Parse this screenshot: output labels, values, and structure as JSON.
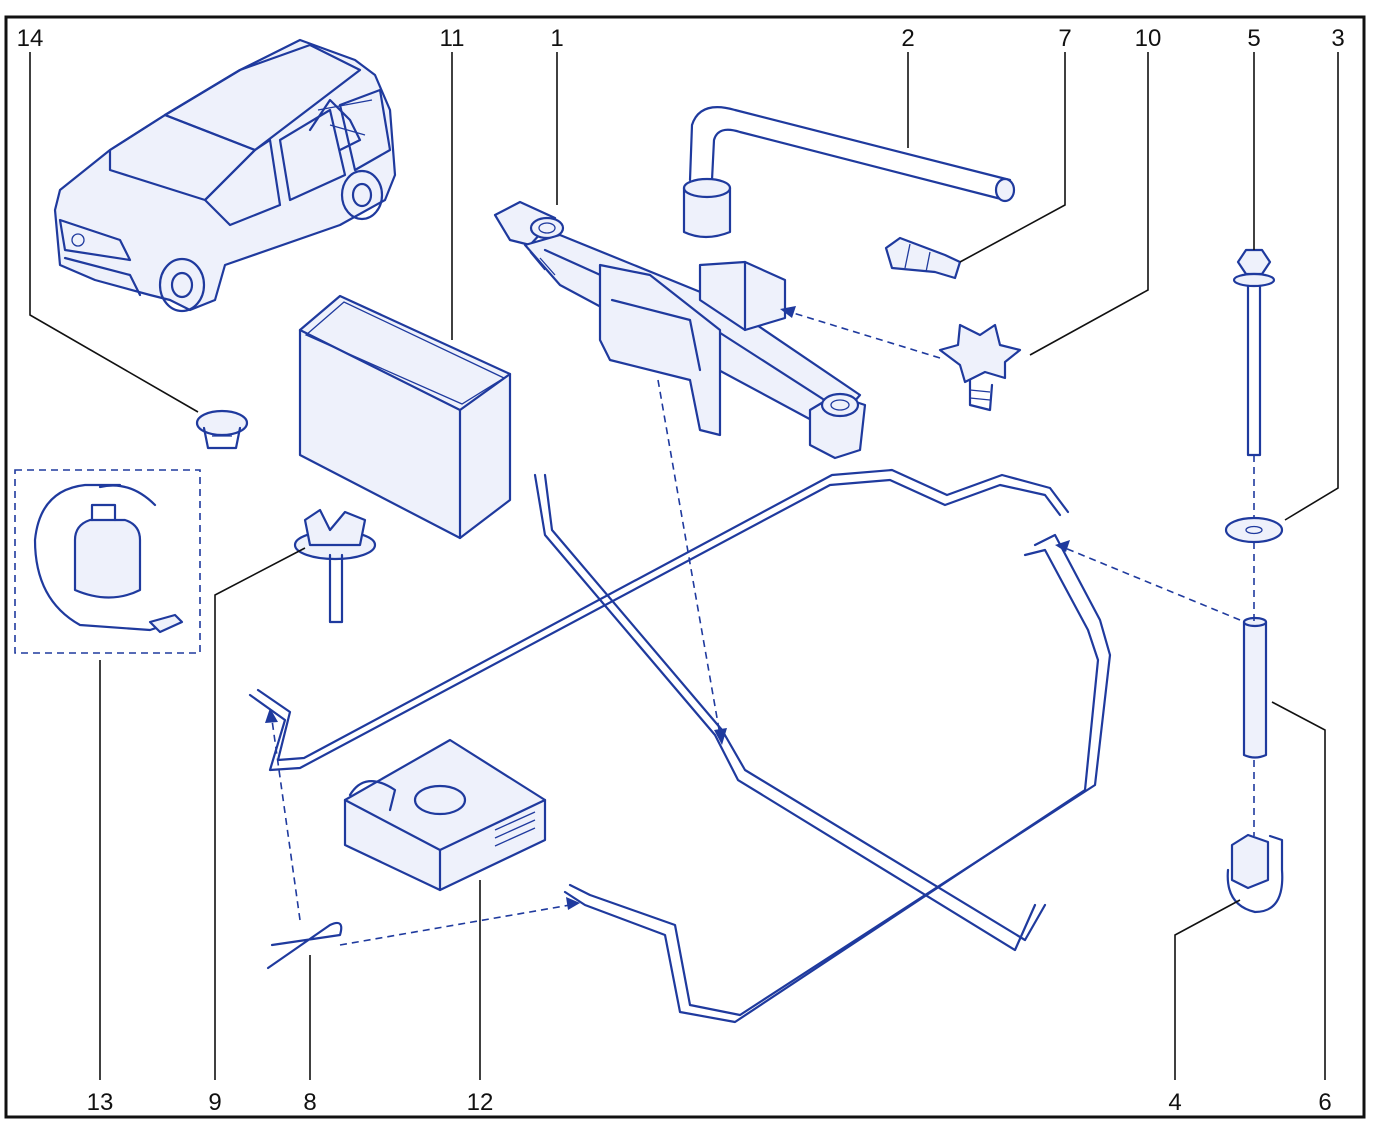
{
  "callouts": [
    {
      "id": "c14",
      "label": "14"
    },
    {
      "id": "c11",
      "label": "11"
    },
    {
      "id": "c1",
      "label": "1"
    },
    {
      "id": "c2",
      "label": "2"
    },
    {
      "id": "c7",
      "label": "7"
    },
    {
      "id": "c10",
      "label": "10"
    },
    {
      "id": "c5",
      "label": "5"
    },
    {
      "id": "c3",
      "label": "3"
    },
    {
      "id": "c13",
      "label": "13"
    },
    {
      "id": "c9",
      "label": "9"
    },
    {
      "id": "c8",
      "label": "8"
    },
    {
      "id": "c12",
      "label": "12"
    },
    {
      "id": "c4",
      "label": "4"
    },
    {
      "id": "c6",
      "label": "6"
    }
  ],
  "colors": {
    "line": "#1f3a9e",
    "fill": "#eef1fb",
    "frame": "#111111"
  }
}
